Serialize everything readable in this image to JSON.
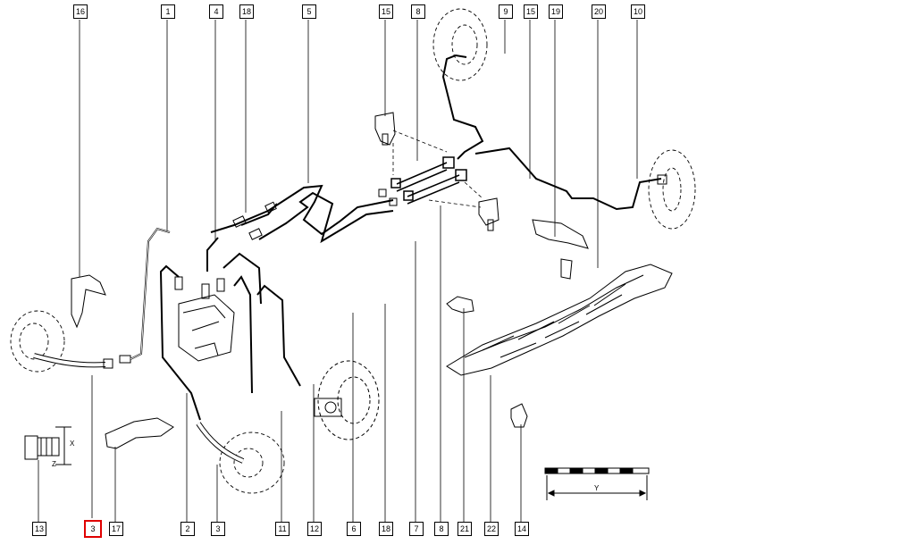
{
  "diagram": {
    "highlighted_label": "3",
    "callouts_top": [
      "16",
      "1",
      "4",
      "18",
      "5",
      "15",
      "8",
      "9",
      "15",
      "19",
      "20",
      "10"
    ],
    "callouts_bottom": [
      "13",
      "3",
      "17",
      "2",
      "3",
      "11",
      "12",
      "6",
      "18",
      "7",
      "8",
      "21",
      "22",
      "14"
    ],
    "dimension_labels": {
      "x": "X",
      "z": "Z",
      "y": "Y"
    }
  }
}
